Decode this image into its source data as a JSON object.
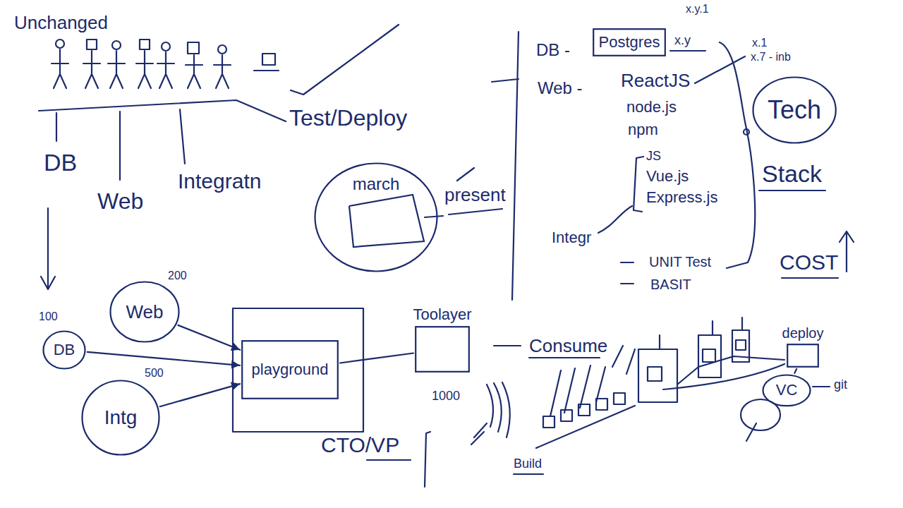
{
  "diagram": {
    "nodes": [
      {
        "text": [
          "march"
        ]
      },
      {
        "text": [
          "Postgres"
        ]
      },
      {
        "text": [
          "Tech"
        ]
      },
      {
        "text": [
          "DB"
        ]
      },
      {
        "text": [
          "Web"
        ]
      },
      {
        "text": [
          "Intg"
        ]
      },
      {
        "text": [
          "playground"
        ]
      },
      {
        "text": [
          "Toolayer"
        ]
      },
      {
        "text": [
          "deploy"
        ]
      },
      {
        "text": [
          "VC"
        ]
      }
    ],
    "edges": [
      {
        "from": 3,
        "to": 6,
        "arrow": "to"
      },
      {
        "from": 4,
        "to": 6,
        "arrow": "to"
      },
      {
        "from": 5,
        "to": 6,
        "arrow": "to"
      },
      {
        "from": 6,
        "to": 7,
        "arrow": "none"
      },
      {
        "from": 9,
        "to": 8,
        "arrow": "none"
      }
    ],
    "labels": [
      "Unchanged",
      "DB",
      "Web",
      "Integratn",
      "Test/Deploy",
      "present",
      "DB -",
      "x.y",
      "x.y.1",
      "x.1",
      "x.7 - inb",
      "Web -",
      "ReactJS",
      "node.js",
      "npm",
      "JS",
      "Vue.js",
      "Express.js",
      "Integr",
      "UNIT Test",
      "BASIT",
      "Stack",
      "COST",
      "100",
      "200",
      "500",
      "Consume",
      "1000",
      "CTO/VP",
      "Build",
      "git"
    ]
  }
}
